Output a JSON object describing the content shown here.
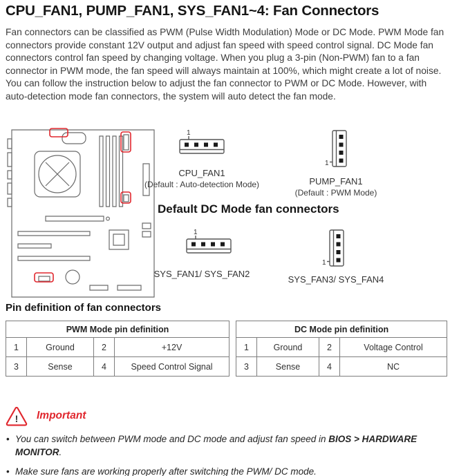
{
  "page": {
    "title": "CPU_FAN1, PUMP_FAN1, SYS_FAN1~4: Fan Connectors",
    "intro": "Fan connectors can be classified as PWM (Pulse Width Modulation) Mode or DC Mode. PWM Mode fan connectors provide constant 12V output and adjust fan speed with speed control signal. DC Mode fan connectors control fan speed by changing voltage. When you plug a 3-pin (Non-PWM) fan to a fan connector in PWM mode, the fan speed will always maintain at 100%, which might create a lot of noise. You can follow the instruction below to adjust the fan connector to PWM or DC Mode. However, with auto-detection mode fan connectors, the system will auto detect the fan mode."
  },
  "connectors": {
    "pin1": "1",
    "cpu_fan": {
      "name": "CPU_FAN1",
      "default": "(Default : Auto-detection Mode)"
    },
    "pump_fan": {
      "name": "PUMP_FAN1",
      "default": "(Default : PWM Mode)"
    },
    "dc_heading": "Default DC Mode fan connectors",
    "sys_fan12": {
      "name": "SYS_FAN1/ SYS_FAN2"
    },
    "sys_fan34": {
      "name": "SYS_FAN3/ SYS_FAN4"
    }
  },
  "pin_definition": {
    "heading": "Pin definition of fan connectors",
    "pwm_table": {
      "title": "PWM Mode pin definition",
      "rows": [
        [
          "1",
          "Ground",
          "2",
          "+12V"
        ],
        [
          "3",
          "Sense",
          "4",
          "Speed Control Signal"
        ]
      ]
    },
    "dc_table": {
      "title": "DC Mode pin definition",
      "rows": [
        [
          "1",
          "Ground",
          "2",
          "Voltage Control"
        ],
        [
          "3",
          "Sense",
          "4",
          "NC"
        ]
      ]
    }
  },
  "important": {
    "heading": "Important",
    "icon_glyph": "!",
    "bullets": [
      {
        "pre": "You can switch between PWM mode and DC mode and adjust fan speed in ",
        "bold": "BIOS > HARDWARE MONITOR",
        "post": "."
      },
      {
        "pre": "Make sure fans are working properly after switching the PWM/ DC mode.",
        "bold": "",
        "post": ""
      }
    ]
  },
  "colors": {
    "accent_red": "#e0262d"
  }
}
